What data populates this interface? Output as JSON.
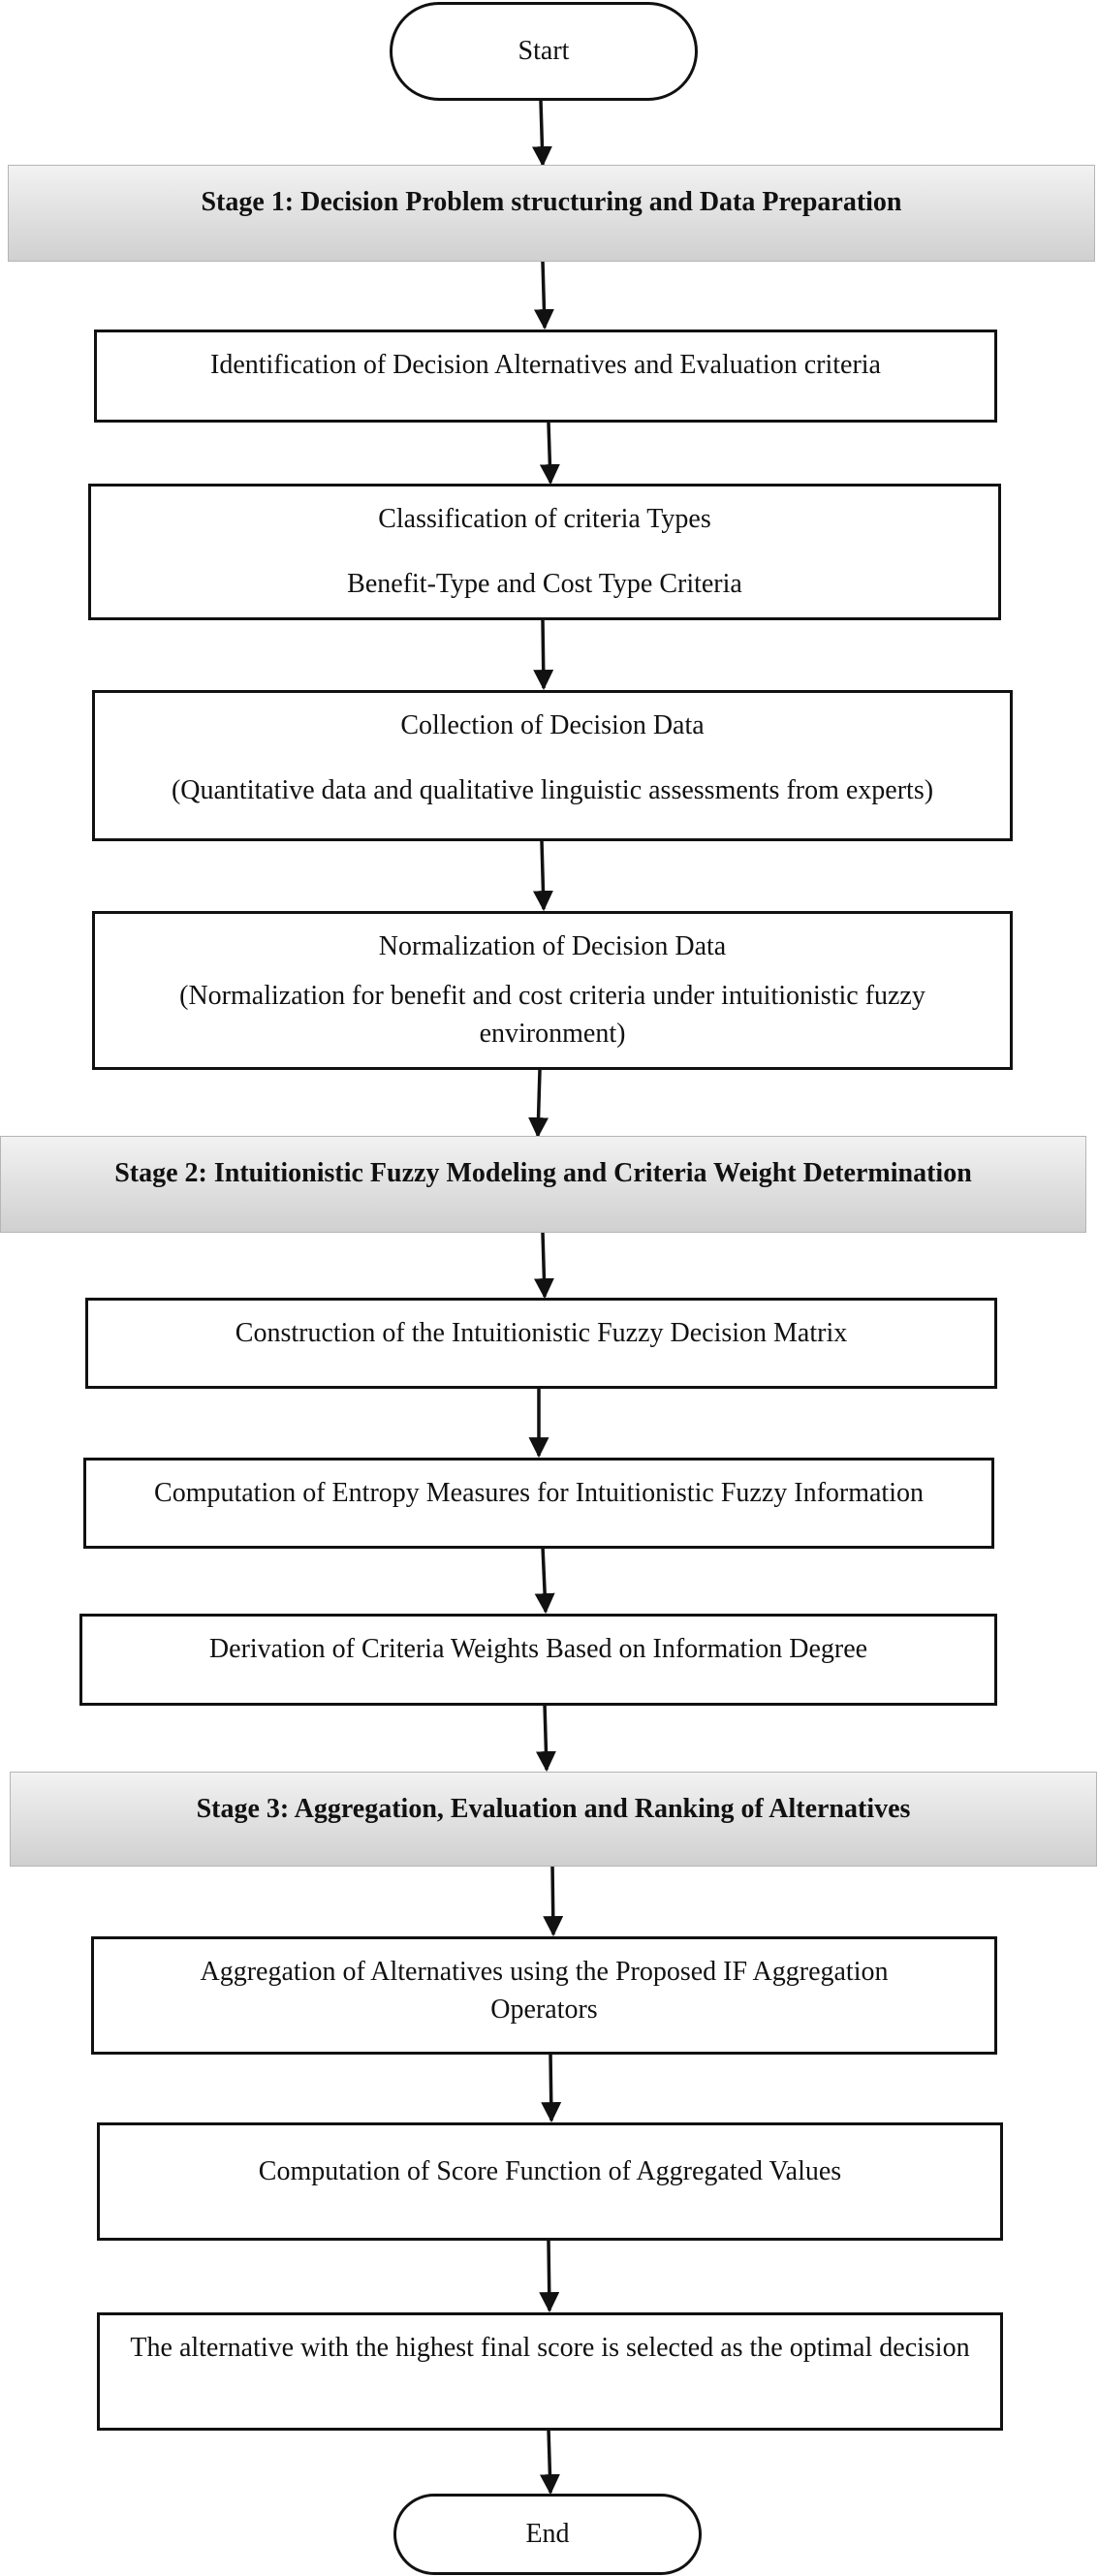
{
  "flowchart": {
    "start": "Start",
    "end": "End",
    "stage1": {
      "title": "Stage 1: Decision Problem structuring and Data Preparation",
      "step1": "Identification of Decision Alternatives and Evaluation criteria",
      "step2_line1": "Classification of criteria Types",
      "step2_line2": "Benefit-Type and Cost Type Criteria",
      "step3_line1": "Collection of Decision Data",
      "step3_line2": "(Quantitative data and qualitative linguistic assessments from experts)",
      "step4_line1": "Normalization of Decision Data",
      "step4_line2": "(Normalization for benefit and cost criteria under intuitionistic fuzzy environment)"
    },
    "stage2": {
      "title": "Stage 2: Intuitionistic Fuzzy Modeling and Criteria Weight Determination",
      "step1": "Construction of the Intuitionistic Fuzzy Decision Matrix",
      "step2": "Computation of Entropy Measures for Intuitionistic Fuzzy Information",
      "step3": "Derivation of Criteria Weights Based on Information Degree"
    },
    "stage3": {
      "title": "Stage 3: Aggregation, Evaluation and Ranking of Alternatives",
      "step1": "Aggregation of Alternatives using the Proposed IF Aggregation Operators",
      "step2": "Computation of Score Function of Aggregated Values",
      "step3": "The alternative with the highest final score is selected as the optimal decision"
    }
  }
}
